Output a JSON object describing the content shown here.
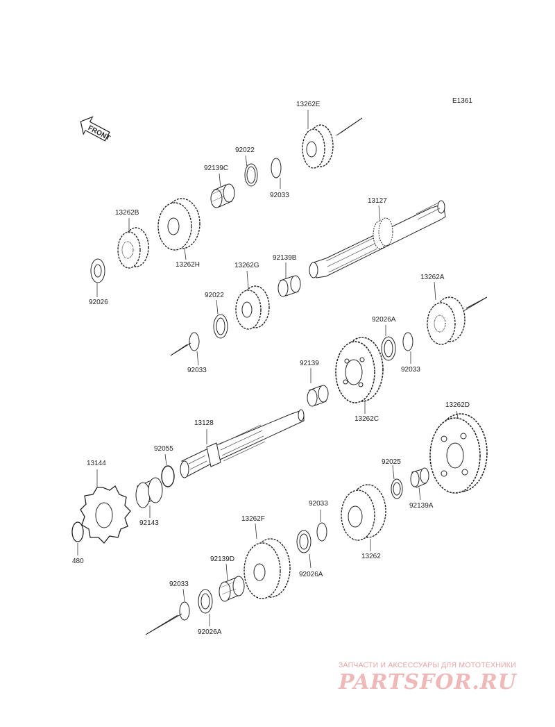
{
  "diagram_code": "E1361",
  "front_badge": "FRONT",
  "watermark": {
    "caption": "ЗАПЧАСТИ И АКСЕССУАРЫ ДЛЯ МОТОТЕХНИКИ",
    "logo": "PARTSFOR.RU"
  },
  "parts": {
    "p13262E": "13262E",
    "p92022_top": "92022",
    "p92139C": "92139C",
    "p92033_top": "92033",
    "p13127": "13127",
    "p13262B": "13262B",
    "p13262H": "13262H",
    "p92026": "92026",
    "p13262G": "13262G",
    "p92139B": "92139B",
    "p92022_mid": "92022",
    "p92033_mid": "92033",
    "p13262A": "13262A",
    "p92026A_upper": "92026A",
    "p92033_right": "92033",
    "p92139": "92139",
    "p13262C": "13262C",
    "p13128": "13128",
    "p92055": "92055",
    "p13262D": "13262D",
    "p13144": "13144",
    "p92143": "92143",
    "p480": "480",
    "p92025": "92025",
    "p92139A": "92139A",
    "p92033_low": "92033",
    "p13262F": "13262F",
    "p13262": "13262",
    "p92026A_mid": "92026A",
    "p92139D": "92139D",
    "p92033_bottom": "92033",
    "p92026A_bottom": "92026A"
  }
}
